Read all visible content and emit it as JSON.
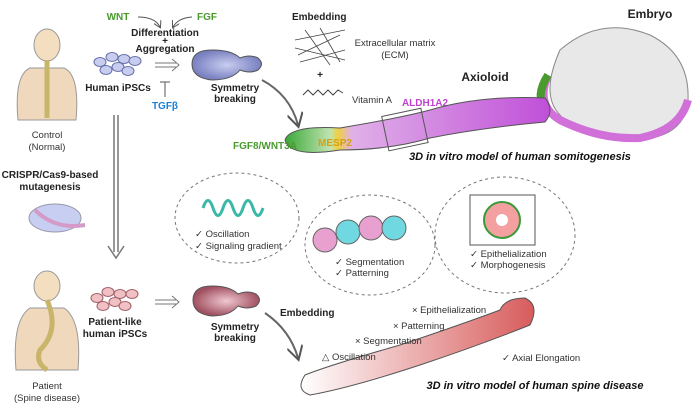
{
  "labels": {
    "wnt": "WNT",
    "fgf": "FGF",
    "differentiation": "Differentiation",
    "plus": "+",
    "aggregation": "Aggregation",
    "human_ipscs": "Human iPSCs",
    "tgfb": "TGFβ",
    "symmetry1": "Symmetry",
    "breaking1": "breaking",
    "embedding_top": "Embedding",
    "ecm1": "Extracellular matrix",
    "ecm2": "(ECM)",
    "plus2": "+",
    "vitamin_a": "Vitamin A",
    "embryo": "Embryo",
    "axioloid": "Axioloid",
    "aldh1a2": "ALDH1A2",
    "fgf8wnt3a": "FGF8/WNT3A",
    "mesp2": "MESP2",
    "somitogenesis_title": "3D in vitro model of human somitogenesis",
    "control1": "Control",
    "control2": "(Normal)",
    "crispr1": "CRISPR/Cas9-based",
    "crispr2": "mutagenesis",
    "circle1": [
      "✓ Oscillation",
      "✓ Signaling gradient"
    ],
    "circle2": [
      "✓ Segmentation",
      "✓ Patterning"
    ],
    "circle3": [
      "✓ Epithelialization",
      "✓ Morphogenesis"
    ],
    "patient1": "Patient",
    "patient2": "(Spine disease)",
    "patient_ipscs1": "Patient-like",
    "patient_ipscs2": "human iPSCs",
    "symmetry2": "Symmetry",
    "breaking2": "breaking",
    "embedding_bottom": "Embedding",
    "disease_features": [
      "△ Oscillation",
      "× Segmentation",
      "× Patterning",
      "× Epithelialization",
      "✓ Axial Elongation"
    ],
    "disease_title": "3D in vitro model of human spine disease"
  },
  "colors": {
    "green": "#4a9a2e",
    "blue": "#1a7fd6",
    "purple": "#c043d0",
    "gold": "#d4a017",
    "somite_pink": "#e08aa0",
    "disease_red": "#d86868"
  }
}
